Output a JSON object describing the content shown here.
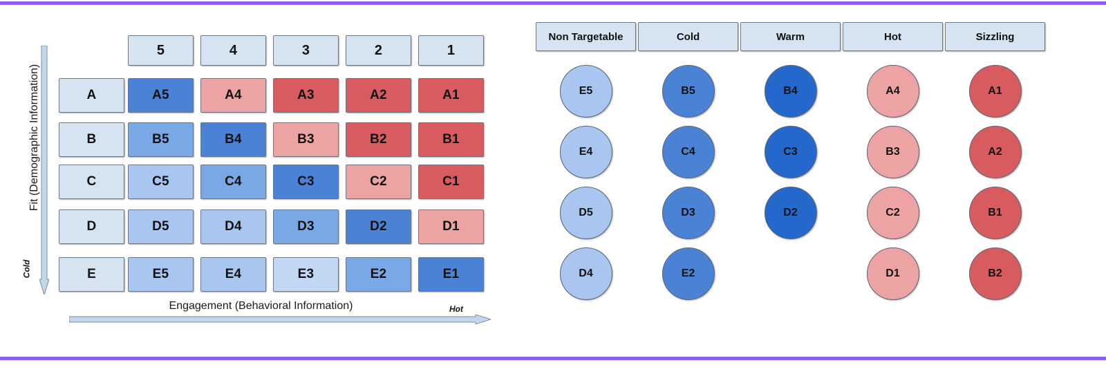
{
  "theme": {
    "accent_bar": "#8b5cf6",
    "header_fill": "#d6e4f2",
    "blue_lightest": "#c1d7f3",
    "blue_light": "#a8c6ef",
    "blue_mid": "#7aa7e6",
    "blue_strong": "#4a82d6",
    "blue_deepest": "#2568cc",
    "pink": "#eda2a4",
    "red": "#d85c5f"
  },
  "matrix": {
    "y_axis_title": "Fit (Demographic Information)",
    "y_axis_end_label": "Cold",
    "x_axis_title": "Engagement (Behavioral Information)",
    "x_axis_end_label": "Hot",
    "column_headers": [
      "5",
      "4",
      "3",
      "2",
      "1"
    ],
    "row_headers": [
      "A",
      "B",
      "C",
      "D",
      "E"
    ],
    "rows": [
      {
        "label": "A",
        "cells": [
          {
            "label": "A5",
            "tone": "blue_strong"
          },
          {
            "label": "A4",
            "tone": "pink"
          },
          {
            "label": "A3",
            "tone": "red"
          },
          {
            "label": "A2",
            "tone": "red"
          },
          {
            "label": "A1",
            "tone": "red"
          }
        ]
      },
      {
        "label": "B",
        "cells": [
          {
            "label": "B5",
            "tone": "blue_mid"
          },
          {
            "label": "B4",
            "tone": "blue_strong"
          },
          {
            "label": "B3",
            "tone": "pink"
          },
          {
            "label": "B2",
            "tone": "red"
          },
          {
            "label": "B1",
            "tone": "red"
          }
        ]
      },
      {
        "label": "C",
        "cells": [
          {
            "label": "C5",
            "tone": "blue_light"
          },
          {
            "label": "C4",
            "tone": "blue_mid"
          },
          {
            "label": "C3",
            "tone": "blue_strong"
          },
          {
            "label": "C2",
            "tone": "pink"
          },
          {
            "label": "C1",
            "tone": "red"
          }
        ]
      },
      {
        "label": "D",
        "cells": [
          {
            "label": "D5",
            "tone": "blue_light"
          },
          {
            "label": "D4",
            "tone": "blue_light"
          },
          {
            "label": "D3",
            "tone": "blue_mid"
          },
          {
            "label": "D2",
            "tone": "blue_strong"
          },
          {
            "label": "D1",
            "tone": "pink"
          }
        ]
      },
      {
        "label": "E",
        "cells": [
          {
            "label": "E5",
            "tone": "blue_light"
          },
          {
            "label": "E4",
            "tone": "blue_light"
          },
          {
            "label": "E3",
            "tone": "blue_lightest"
          },
          {
            "label": "E2",
            "tone": "blue_mid"
          },
          {
            "label": "E1",
            "tone": "blue_strong"
          }
        ]
      }
    ]
  },
  "buckets": [
    {
      "header": "Non Targetable",
      "bubbles": [
        {
          "label": "E5",
          "tone": "blue_light"
        },
        {
          "label": "E4",
          "tone": "blue_light"
        },
        {
          "label": "D5",
          "tone": "blue_light"
        },
        {
          "label": "D4",
          "tone": "blue_light"
        }
      ]
    },
    {
      "header": "Cold",
      "bubbles": [
        {
          "label": "B5",
          "tone": "blue_strong"
        },
        {
          "label": "C4",
          "tone": "blue_strong"
        },
        {
          "label": "D3",
          "tone": "blue_strong"
        },
        {
          "label": "E2",
          "tone": "blue_strong"
        }
      ]
    },
    {
      "header": "Warm",
      "bubbles": [
        {
          "label": "B4",
          "tone": "blue_deepest"
        },
        {
          "label": "C3",
          "tone": "blue_deepest"
        },
        {
          "label": "D2",
          "tone": "blue_deepest"
        }
      ]
    },
    {
      "header": "Hot",
      "bubbles": [
        {
          "label": "A4",
          "tone": "pink"
        },
        {
          "label": "B3",
          "tone": "pink"
        },
        {
          "label": "C2",
          "tone": "pink"
        },
        {
          "label": "D1",
          "tone": "pink"
        }
      ]
    },
    {
      "header": "Sizzling",
      "bubbles": [
        {
          "label": "A1",
          "tone": "red"
        },
        {
          "label": "A2",
          "tone": "red"
        },
        {
          "label": "B1",
          "tone": "red"
        },
        {
          "label": "B2",
          "tone": "red"
        }
      ]
    }
  ]
}
